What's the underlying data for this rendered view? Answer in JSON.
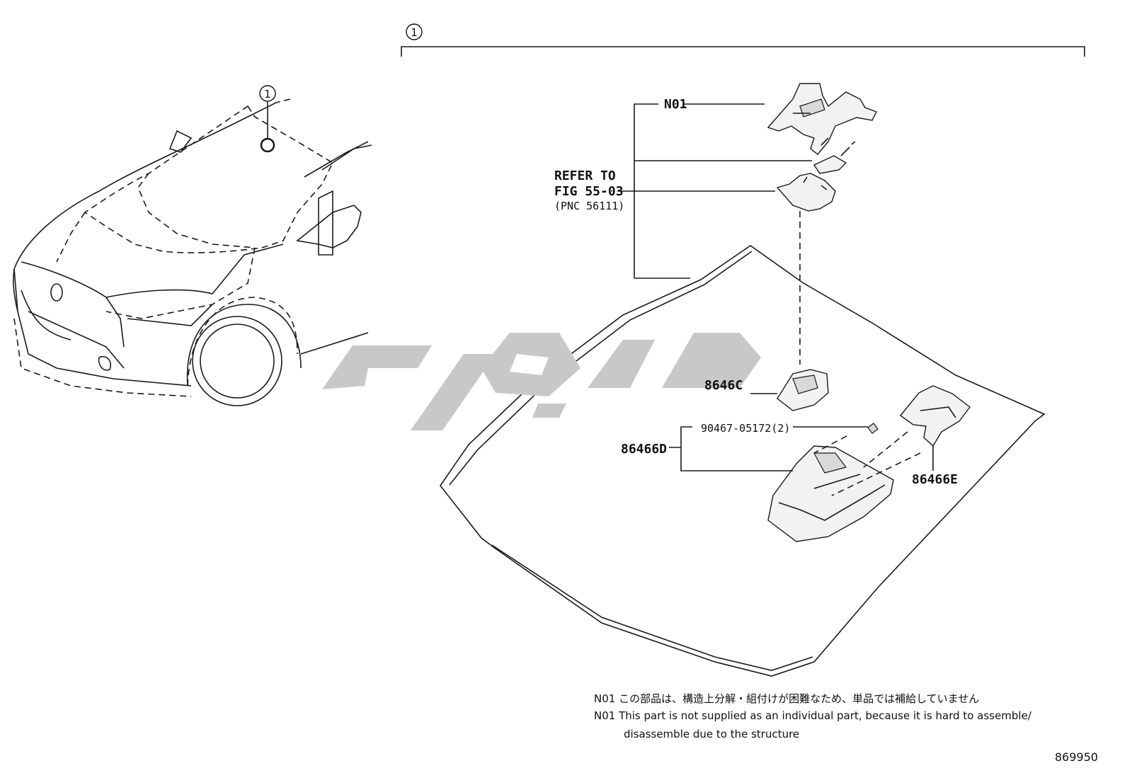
{
  "callouts": {
    "main_index": "1",
    "car_index": "1"
  },
  "labels": {
    "n01": "N01",
    "refer_line1": "REFER TO",
    "refer_line2": "FIG 55-03",
    "refer_line3": "(PNC 56111)",
    "part_8646c": "8646C",
    "part_bolt": "90467-05172(2)",
    "part_86466d": "86466D",
    "part_86466e": "86466E"
  },
  "notes": {
    "jp_prefix": "N01",
    "jp_text": "この部品は、構造上分解・組付けが困難なため、単品では補給していません",
    "en_prefix": "N01",
    "en_line1": "This part is not supplied as an individual part, because it is hard to assemble/",
    "en_line2": "disassemble due to the structure"
  },
  "figure_number": "869950",
  "watermark_icon": "logo-watermark"
}
